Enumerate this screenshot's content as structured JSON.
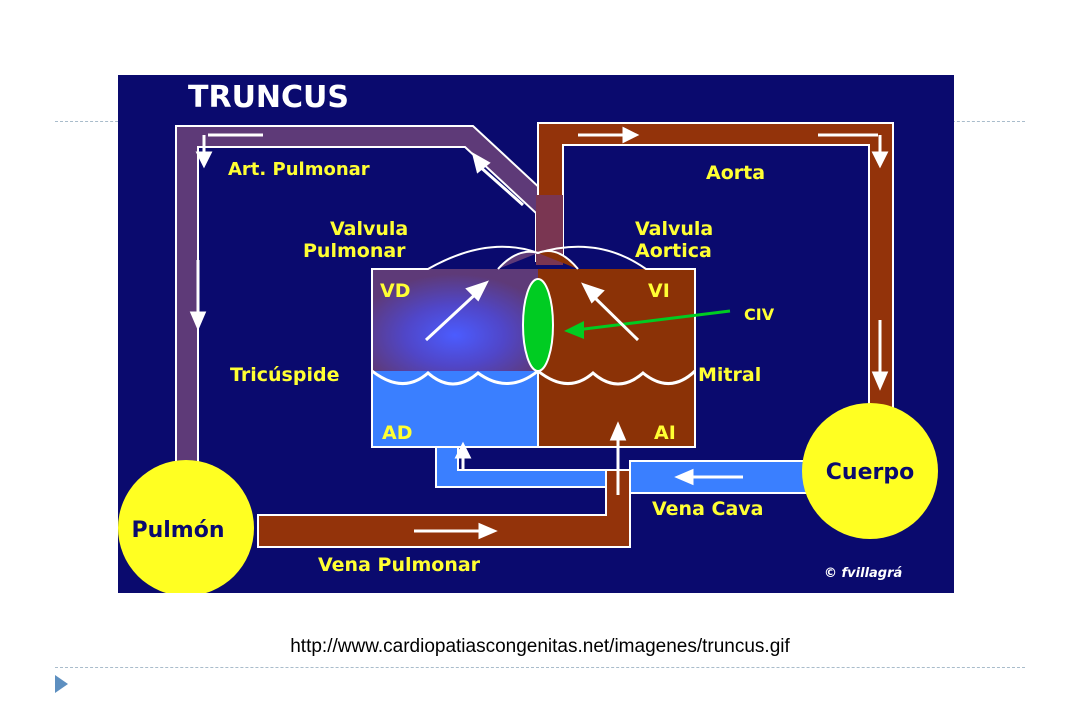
{
  "slide": {
    "source_caption": "http://www.cardiopatiascongenitas.net/imagenes/truncus.gif"
  },
  "diagram": {
    "title": "TRUNCUS",
    "labels": {
      "art_pulmonar": "Art. Pulmonar",
      "aorta": "Aorta",
      "valvula_pulmonar_1": "Valvula",
      "valvula_pulmonar_2": "Pulmonar",
      "valvula_aortica_1": "Valvula",
      "valvula_aortica_2": "Aortica",
      "vd": "VD",
      "vi": "VI",
      "civ": "CIV",
      "tricuspide": "Tricúspide",
      "mitral": "Mitral",
      "ad": "AD",
      "ai": "AI",
      "cuerpo": "Cuerpo",
      "pulmon": "Pulmón",
      "vena_cava": "Vena Cava",
      "vena_pulmonar": "Vena Pulmonar",
      "credit": "© fvillagrá"
    },
    "colors": {
      "background": "#0a0a6e",
      "pulmonary_vessel": "#5e3a78",
      "systemic_vessel": "#93330a",
      "right_atrium": "#3a7fff",
      "left_heart": "#8b3206",
      "label_yellow": "#ffff33",
      "circle_fill": "#ffff22",
      "civ_green": "#00cc22"
    }
  }
}
